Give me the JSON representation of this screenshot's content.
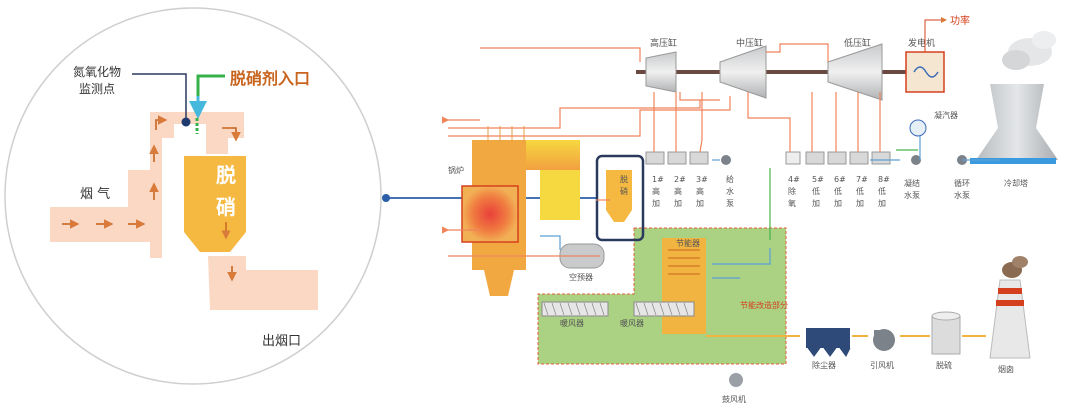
{
  "inset": {
    "nox_point": "氮氧化物\n监测点",
    "nox_line1": "氮氧化物",
    "nox_line2": "监测点",
    "agent_inlet": "脱硝剂入口",
    "flue_gas": "烟 气",
    "denitration_1": "脱",
    "denitration_2": "硝",
    "outlet": "出烟口"
  },
  "plant": {
    "hp_cylinder": "高压缸",
    "ip_cylinder": "中压缸",
    "lp_cylinder": "低压缸",
    "generator": "发电机",
    "power": "功率",
    "condenser": "凝汽器",
    "cooling_tower": "冷却塔",
    "boiler": "锅炉",
    "scr_1": "脱",
    "scr_2": "硝",
    "air_preheater": "空预器",
    "economizer": "节能器",
    "retrofit": "节能改造部分",
    "heater_a": "暖风器",
    "heater_b": "暖风器",
    "forced_fan": "鼓风机",
    "dust_collector": "除尘器",
    "induced_fan": "引风机",
    "desulfurization": "脱硫",
    "chimney": "烟囱",
    "condensate_pump": "凝结\n水泵",
    "circ_pump": "循环\n水泵",
    "heaters": [
      {
        "n": "1#",
        "a": "高",
        "b": "加"
      },
      {
        "n": "2#",
        "a": "高",
        "b": "加"
      },
      {
        "n": "3#",
        "a": "高",
        "b": "加"
      },
      {
        "n": "给",
        "a": "水",
        "b": "泵"
      },
      {
        "n": "4#",
        "a": "除",
        "b": "氧"
      },
      {
        "n": "5#",
        "a": "低",
        "b": "加"
      },
      {
        "n": "6#",
        "a": "低",
        "b": "加"
      },
      {
        "n": "7#",
        "a": "低",
        "b": "加"
      },
      {
        "n": "8#",
        "a": "低",
        "b": "加"
      }
    ]
  },
  "colors": {
    "steam": "#f0845a",
    "water": "#5aa0d8",
    "flue": "#f2b441",
    "retrofit_bg": "#8fc35a",
    "accent": "#c8641e",
    "callout_blue": "#2a5ea8",
    "callout_green": "#35b34a",
    "callout_cyan": "#45b8dc"
  }
}
